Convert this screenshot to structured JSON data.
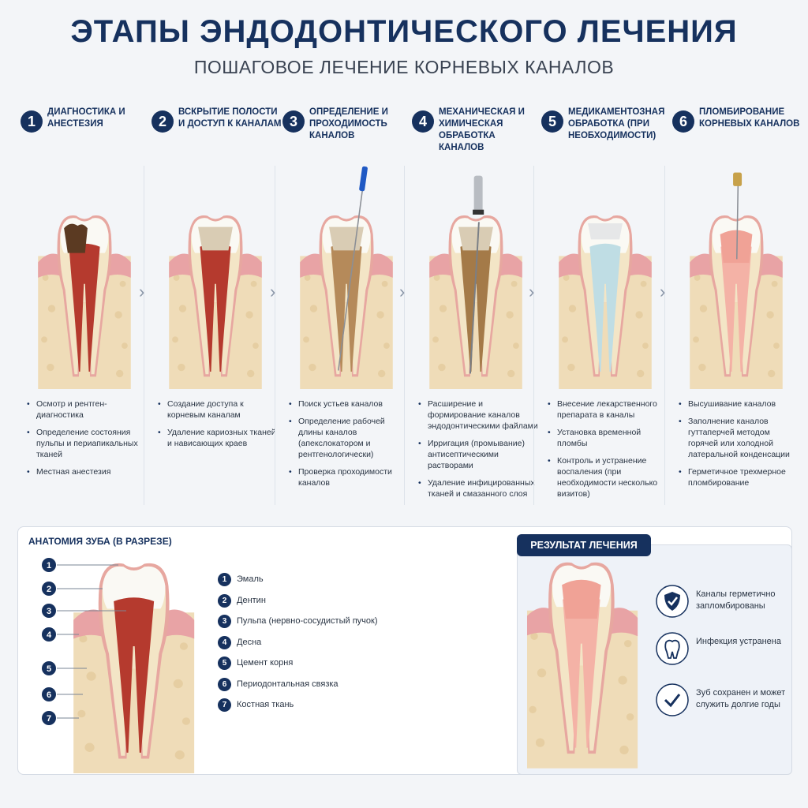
{
  "header": {
    "title": "ЭТАПЫ ЭНДОДОНТИЧЕСКОГО ЛЕЧЕНИЯ",
    "subtitle": "ПОШАГОВОЕ ЛЕЧЕНИЕ КОРНЕВЫХ КАНАЛОВ"
  },
  "steps": [
    {
      "num": "1",
      "title": "Диагностика и анестезия",
      "bullets": [
        "Осмотр и рентген-диагностика",
        "Определение состояния пульпы и периапикальных тканей",
        "Местная анестезия"
      ]
    },
    {
      "num": "2",
      "title": "Вскрытие полости и доступ к каналам",
      "bullets": [
        "Создание доступа к корневым каналам",
        "Удаление кариозных тканей и нависающих краев"
      ]
    },
    {
      "num": "3",
      "title": "Определение и проходимость каналов",
      "bullets": [
        "Поиск устьев каналов",
        "Определение рабочей длины каналов (апекслокатором и рентгенологически)",
        "Проверка проходимости каналов"
      ]
    },
    {
      "num": "4",
      "title": "Механическая и химическая обработка каналов",
      "bullets": [
        "Расширение и формирование каналов эндодонтическими файлами",
        "Ирригация (промывание) антисептическими растворами",
        "Удаление инфицированных тканей и смазанного слоя"
      ]
    },
    {
      "num": "5",
      "title": "Медикаментозная обработка (при необходимости)",
      "bullets": [
        "Внесение лекарственного препарата в каналы",
        "Установка временной пломбы",
        "Контроль и устранение воспаления (при необходимости несколько визитов)"
      ]
    },
    {
      "num": "6",
      "title": "Пломбирование корневых каналов",
      "bullets": [
        "Высушивание каналов",
        "Заполнение каналов гуттаперчей методом горячей или холодной латеральной конденсации",
        "Герметичное трехмерное пломбирование"
      ]
    }
  ],
  "anatomy": {
    "title": "АНАТОМИЯ ЗУБА (В РАЗРЕЗЕ)",
    "items": [
      {
        "num": "1",
        "label": "Эмаль"
      },
      {
        "num": "2",
        "label": "Дентин"
      },
      {
        "num": "3",
        "label": "Пульпа (нервно-сосудистый пучок)"
      },
      {
        "num": "4",
        "label": "Десна"
      },
      {
        "num": "5",
        "label": "Цемент корня"
      },
      {
        "num": "6",
        "label": "Периодонтальная связка"
      },
      {
        "num": "7",
        "label": "Костная ткань"
      }
    ]
  },
  "result": {
    "title": "РЕЗУЛЬТАТ ЛЕЧЕНИЯ",
    "items": [
      {
        "icon": "shield-check-icon",
        "text": "Каналы герметично запломбированы"
      },
      {
        "icon": "tooth-icon",
        "text": "Инфекция устранена"
      },
      {
        "icon": "checkmark-icon",
        "text": "Зуб сохранен и может служить долгие годы"
      }
    ]
  },
  "colors": {
    "navy": "#16315e",
    "gum": "#e8a3a5",
    "bone": "#efdcb8",
    "enamel": "#fbfbf8",
    "dentin": "#f3e5c6",
    "pulp": "#b53a2e",
    "medication": "#bfdde4",
    "filling": "#f4b2a6"
  }
}
